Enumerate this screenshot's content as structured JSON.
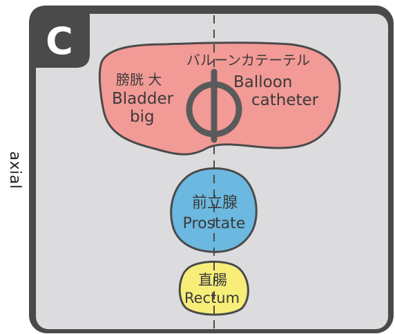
{
  "panel": {
    "letter": "C",
    "side_label": "axial"
  },
  "organs": {
    "bladder": {
      "jp": "膀胱 大",
      "en_line1": "Bladder",
      "en_line2": "big"
    },
    "catheter": {
      "jp": "バルーンカテーテル",
      "en_line1": "Balloon",
      "en_line2": "catheter"
    },
    "prostate": {
      "jp": "前立腺",
      "en": "Prostate"
    },
    "rectum": {
      "jp": "直腸",
      "en": "Rectum"
    }
  },
  "colors": {
    "frame": "#4a4a4a",
    "panel_bg": "#dcdcde",
    "bladder": "#f29a96",
    "prostate": "#6bb8e0",
    "rectum": "#f7ee7a",
    "outline": "#4a4a4a",
    "text": "#3a3a3a",
    "text_accent": "#b0272e"
  }
}
